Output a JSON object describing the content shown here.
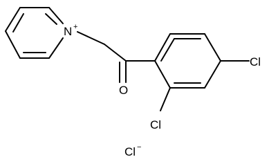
{
  "labels": {
    "pyridinium_n": "N",
    "pyridinium_charge": "+",
    "ketone_o": "O",
    "cl_para": "Cl",
    "cl_ortho": "Cl",
    "chloride": "Cl",
    "chloride_charge": "−"
  },
  "colors": {
    "background": "#ffffff",
    "stroke": "#000000"
  }
}
